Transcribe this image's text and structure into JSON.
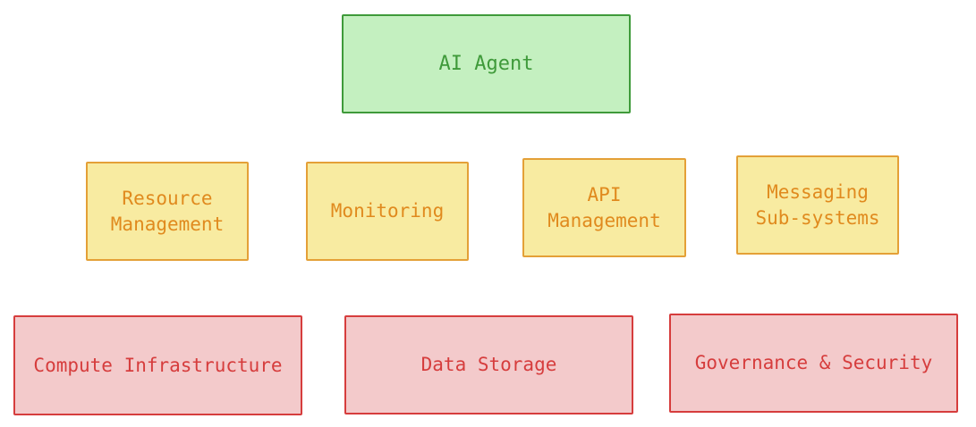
{
  "diagram": {
    "top": {
      "label": "AI Agent"
    },
    "middle": [
      {
        "label": "Resource\nManagement"
      },
      {
        "label": "Monitoring"
      },
      {
        "label": "API\nManagement"
      },
      {
        "label": "Messaging\nSub-systems"
      }
    ],
    "bottom": [
      {
        "label": "Compute Infrastructure"
      },
      {
        "label": "Data Storage"
      },
      {
        "label": "Governance & Security"
      }
    ]
  },
  "colors": {
    "top_fill": "#c4f0c0",
    "top_stroke": "#3f9a3a",
    "middle_fill": "#f8eba1",
    "middle_stroke": "#e4a037",
    "middle_text": "#e08a1e",
    "bottom_fill": "#f3cacb",
    "bottom_stroke": "#d63d3d"
  }
}
